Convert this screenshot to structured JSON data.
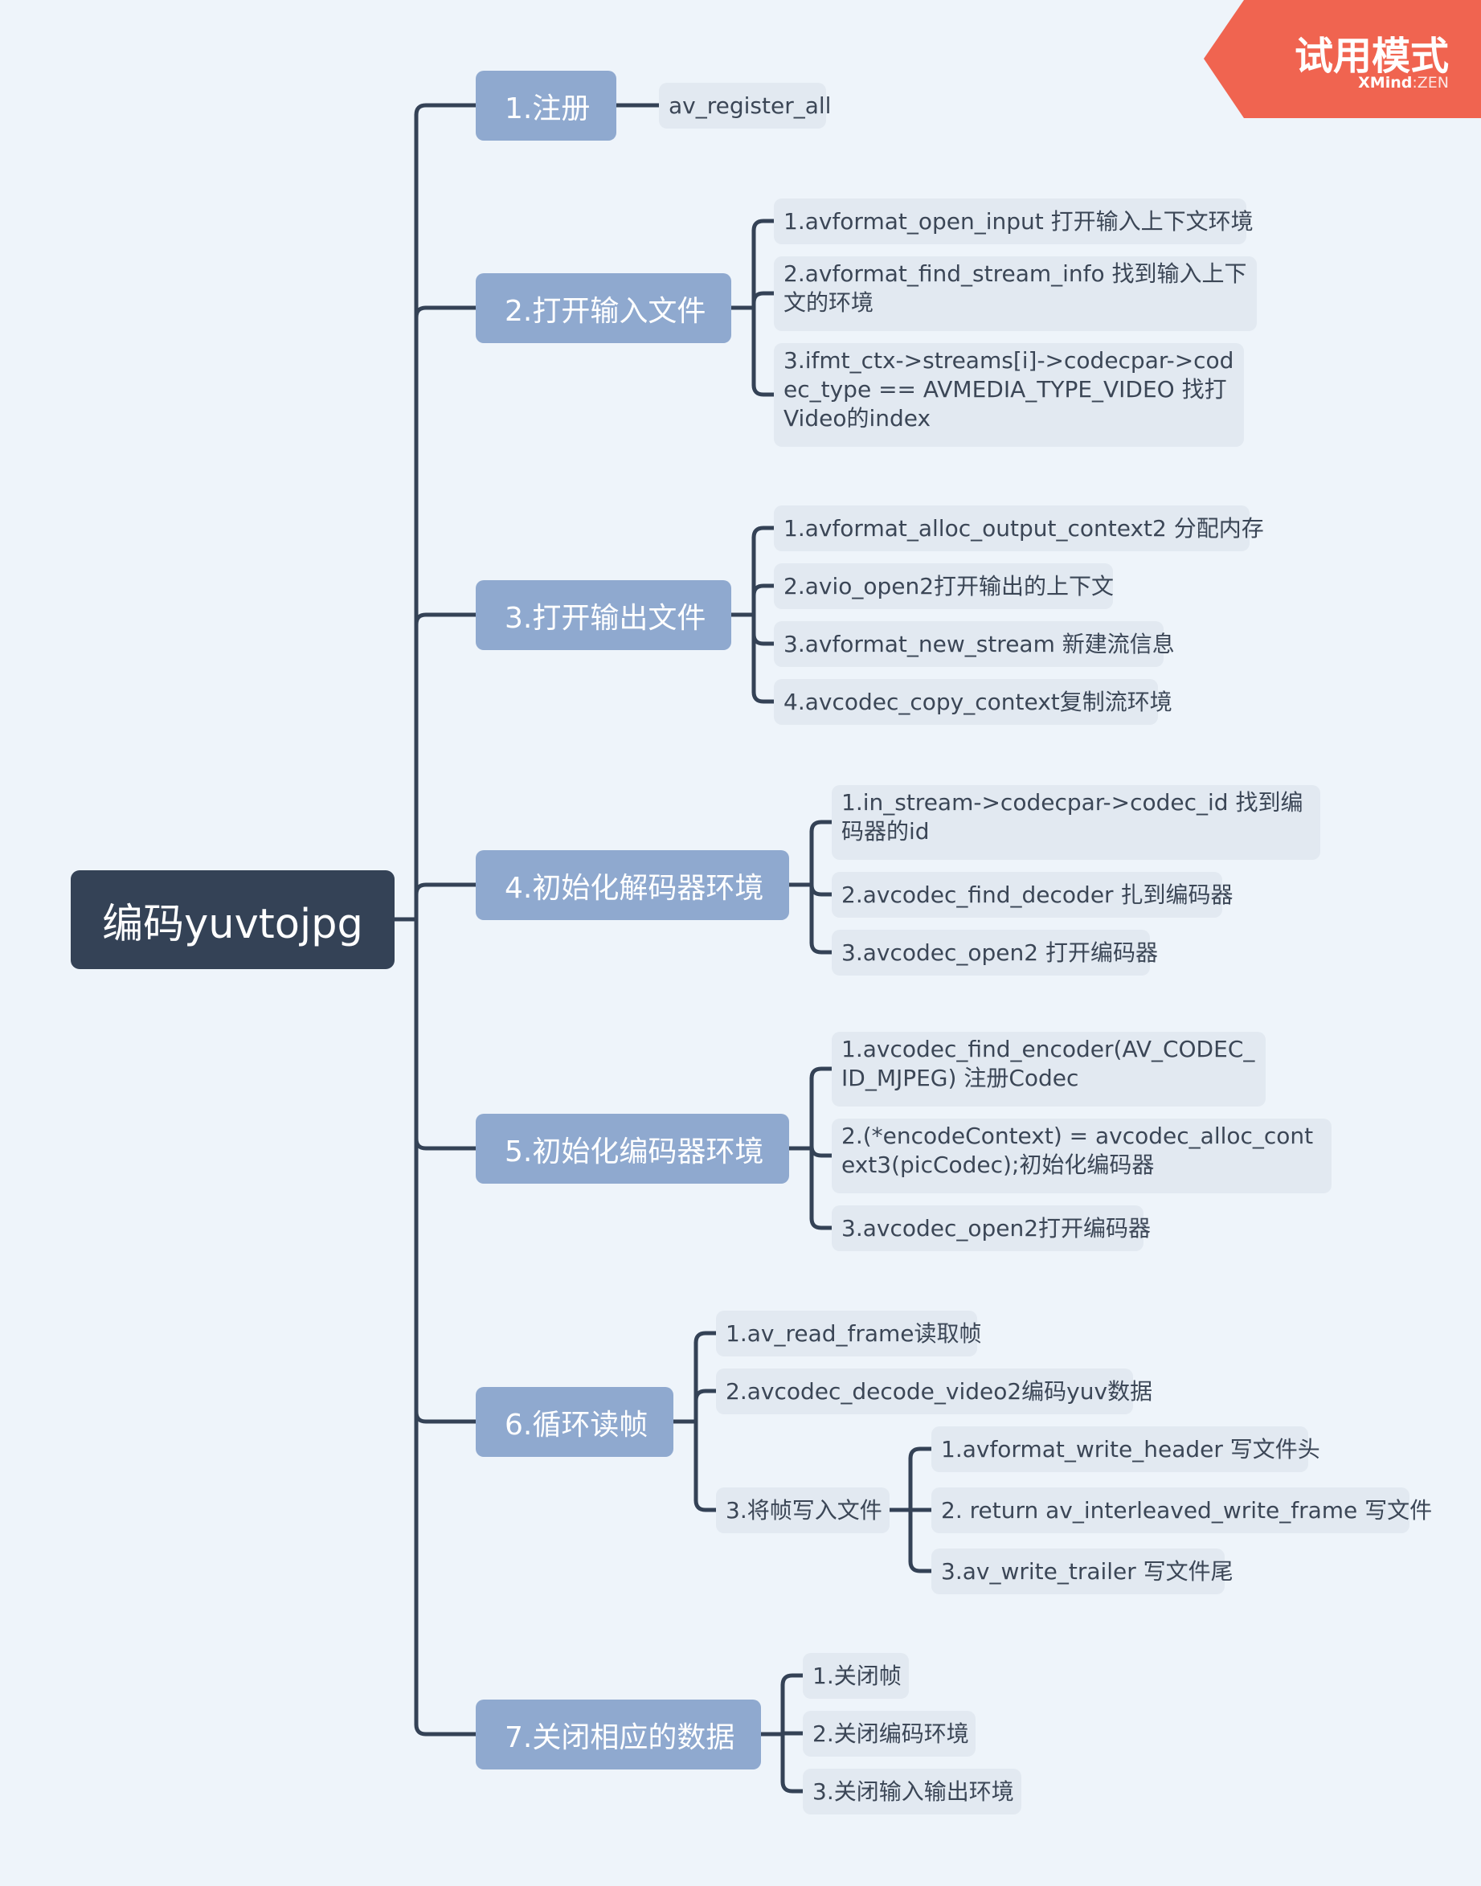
{
  "root": {
    "label": "编码yuvtojpg"
  },
  "watermark": {
    "title": "试用模式",
    "brand": "XMind",
    "separator": ":",
    "edition": "ZEN",
    "color": "#f06450"
  },
  "colors": {
    "background": "#eef4fa",
    "root": "#344256",
    "branch": "#8fa9cf",
    "leaf": "#e2e9f1",
    "line": "#344256"
  },
  "branches": [
    {
      "label": "1.注册",
      "children": [
        {
          "label": "av_register_all"
        }
      ]
    },
    {
      "label": "2.打开输入文件",
      "children": [
        {
          "label": "1.avformat_open_input 打开输入上下文环境"
        },
        {
          "label": "2.avformat_find_stream_info 找到输入上下文的环境"
        },
        {
          "label": "3.ifmt_ctx->streams[i]->codecpar->codec_type == AVMEDIA_TYPE_VIDEO 找打Video的index"
        }
      ]
    },
    {
      "label": "3.打开输出文件",
      "children": [
        {
          "label": "1.avformat_alloc_output_context2 分配内存"
        },
        {
          "label": "2.avio_open2打开输出的上下文"
        },
        {
          "label": "3.avformat_new_stream 新建流信息"
        },
        {
          "label": "4.avcodec_copy_context复制流环境"
        }
      ]
    },
    {
      "label": "4.初始化解码器环境",
      "children": [
        {
          "label": "1.in_stream->codecpar->codec_id 找到编码器的id"
        },
        {
          "label": "2.avcodec_find_decoder 扎到编码器"
        },
        {
          "label": "3.avcodec_open2 打开编码器"
        }
      ]
    },
    {
      "label": "5.初始化编码器环境",
      "children": [
        {
          "label": "1.avcodec_find_encoder(AV_CODEC_ID_MJPEG) 注册Codec"
        },
        {
          "label": "2.(*encodeContext) = avcodec_alloc_context3(picCodec);初始化编码器"
        },
        {
          "label": "3.avcodec_open2打开编码器"
        }
      ]
    },
    {
      "label": "6.循环读帧",
      "children": [
        {
          "label": "1.av_read_frame读取帧"
        },
        {
          "label": "2.avcodec_decode_video2编码yuv数据"
        },
        {
          "label": "3.将帧写入文件",
          "children": [
            {
              "label": "1.avformat_write_header 写文件头"
            },
            {
              "label": "2. return av_interleaved_write_frame 写文件"
            },
            {
              "label": "3.av_write_trailer 写文件尾"
            }
          ]
        }
      ]
    },
    {
      "label": "7.关闭相应的数据",
      "children": [
        {
          "label": "1.关闭帧"
        },
        {
          "label": "2.关闭编码环境"
        },
        {
          "label": "3.关闭输入输出环境"
        }
      ]
    }
  ]
}
